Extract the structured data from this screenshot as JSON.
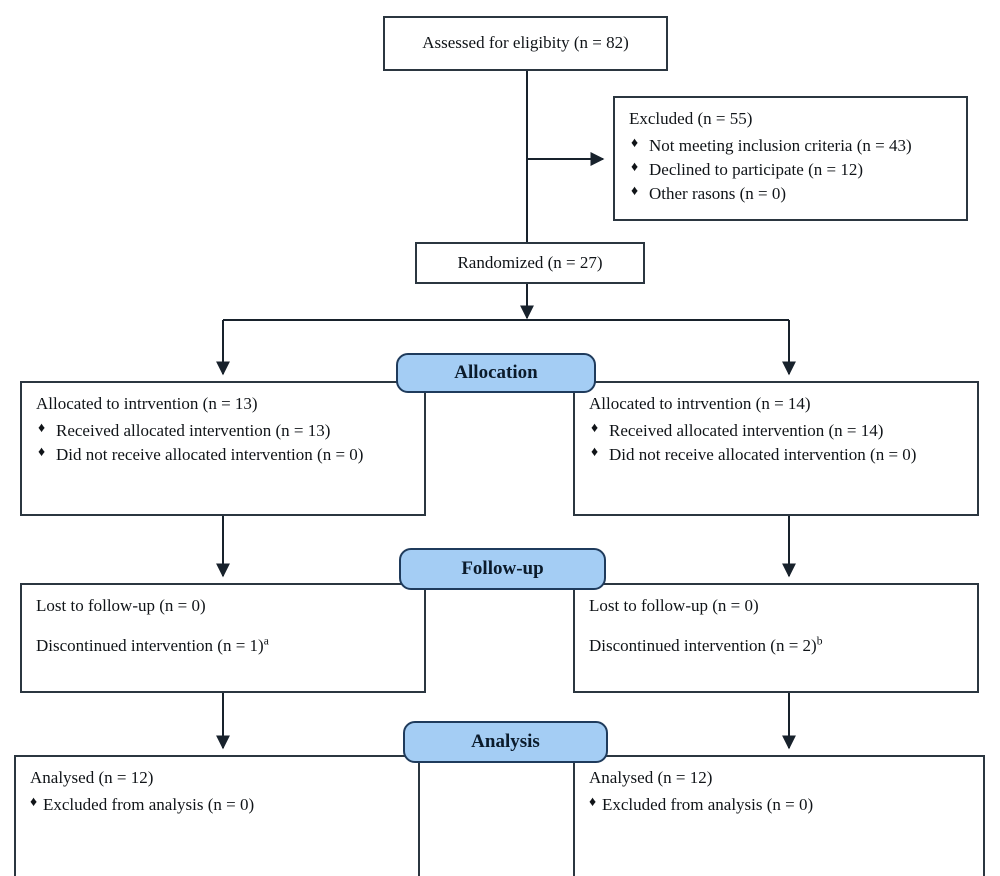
{
  "diagram": {
    "title": "CONSORT participant flow diagram",
    "accent_color": "#a4cdf4",
    "border_color": "#2b3640",
    "banner_border_color": "#1f3b5c",
    "bullet_glyph": "♦"
  },
  "enrollment": {
    "assessed": "Assessed for eligibity (n = 82)",
    "randomized": "Randomized (n = 27)",
    "excluded": {
      "heading": "Excluded (n = 55)",
      "reasons": [
        "Not meeting inclusion criteria (n = 43)",
        "Declined to participate (n = 12)",
        "Other rasons (n = 0)"
      ]
    }
  },
  "banners": {
    "allocation": "Allocation",
    "followup": "Follow-up",
    "analysis": "Analysis"
  },
  "allocation": {
    "left": {
      "heading": "Allocated to intrvention (n = 13)",
      "items": [
        "Received allocated intervention (n = 13)",
        "Did not receive allocated intervention (n = 0)"
      ]
    },
    "right": {
      "heading": "Allocated to intrvention (n = 14)",
      "items": [
        "Received allocated intervention (n = 14)",
        "Did not receive allocated intervention (n = 0)"
      ]
    }
  },
  "followup": {
    "left": {
      "lost": "Lost to follow-up (n = 0)",
      "discontinued": "Discontinued intervention (n = 1)",
      "discontinued_note": "a"
    },
    "right": {
      "lost": "Lost to follow-up (n = 0)",
      "discontinued": "Discontinued intervention (n = 2)",
      "discontinued_note": "b"
    }
  },
  "analysis": {
    "left": {
      "heading": "Analysed (n = 12)",
      "items": [
        "Excluded from analysis (n = 0)"
      ]
    },
    "right": {
      "heading": "Analysed (n = 12)",
      "items": [
        "Excluded from analysis (n = 0)"
      ]
    }
  }
}
